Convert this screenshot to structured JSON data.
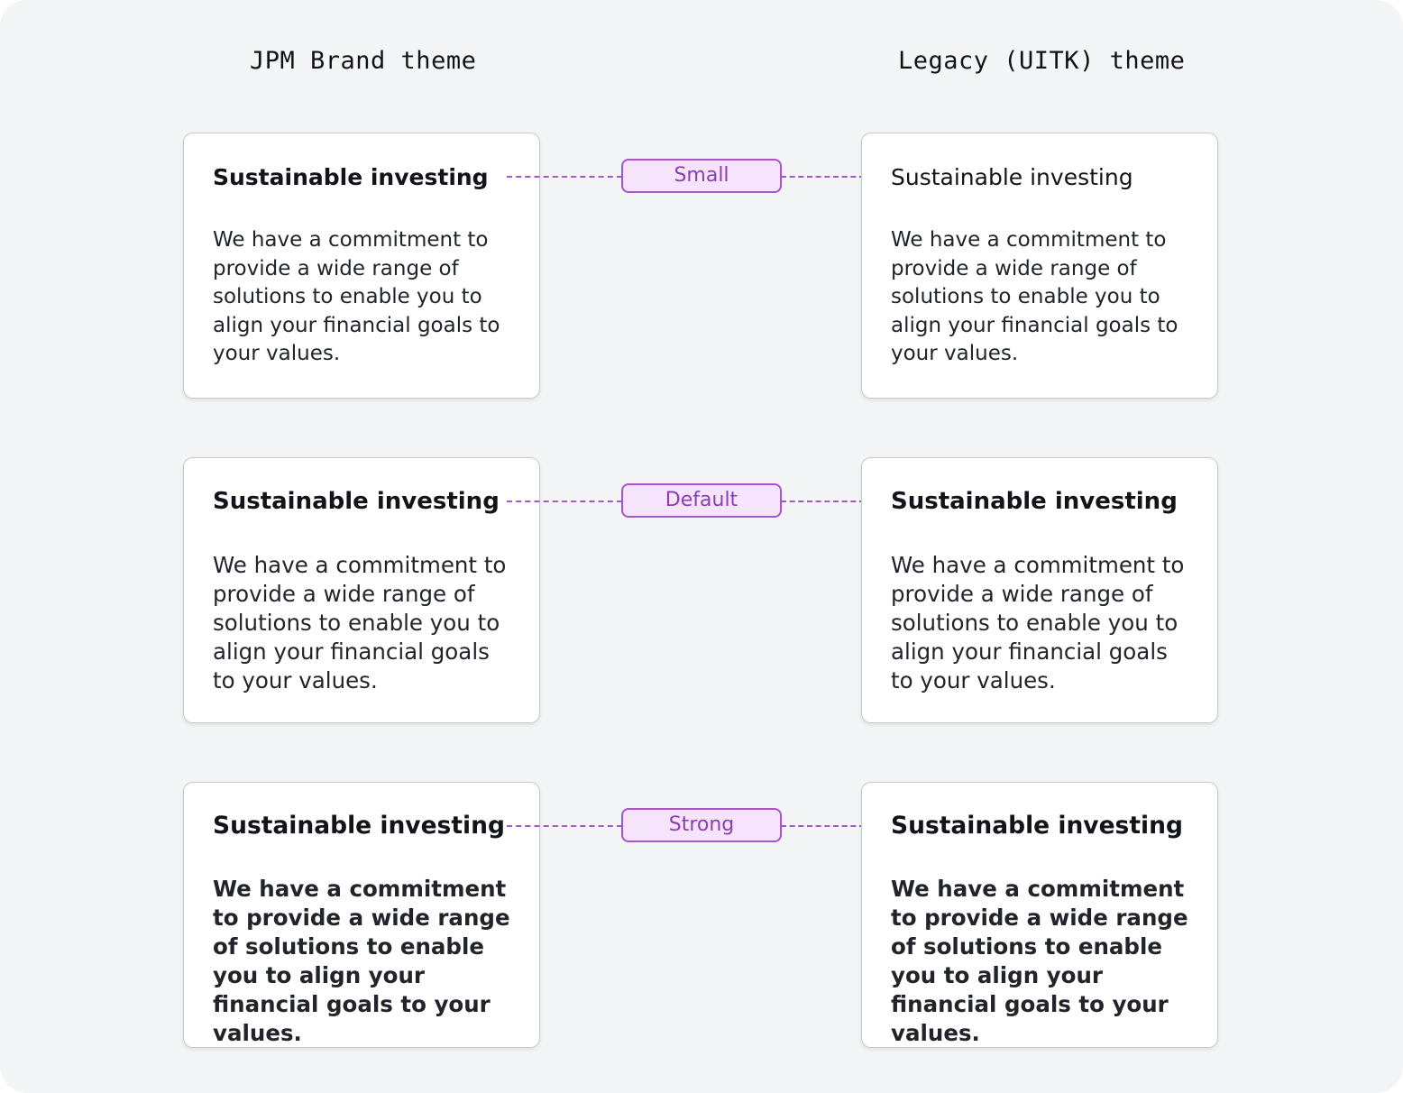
{
  "columns": {
    "left_title": "JPM Brand theme",
    "right_title": "Legacy (UITK) theme"
  },
  "colors": {
    "page_background": "#f4f5f7",
    "card_background": "#ffffff",
    "card_border": "#c8c9cd",
    "accent_purple": "#a855c8",
    "pill_fill": "#f5e4fb",
    "pill_text": "#8b3fae",
    "title_text": "#13141a",
    "body_text": "#22242b"
  },
  "rows": [
    {
      "size_label": "Small",
      "left": {
        "title": "Sustainable investing",
        "body": "We have a commitment to provide a wide range of solutions to enable you to align your financial goals to your values."
      },
      "right": {
        "title": "Sustainable investing",
        "body": "We have a commitment to provide a wide range of solutions to enable you to align your financial goals to your values."
      }
    },
    {
      "size_label": "Default",
      "left": {
        "title": "Sustainable investing",
        "body": "We have a commitment to provide a wide range of solutions to enable you to align your financial goals to your values."
      },
      "right": {
        "title": "Sustainable investing",
        "body": "We have a commitment to provide a wide range of solutions to enable you to align your financial goals to your values."
      }
    },
    {
      "size_label": "Strong",
      "left": {
        "title": "Sustainable investing",
        "body": "We have a commitment to provide a wide range of solutions to enable you to align your financial goals to your values."
      },
      "right": {
        "title": "Sustainable investing",
        "body": "We have a commitment to provide a wide range of solutions to enable you to align your financial goals to your values."
      }
    }
  ]
}
